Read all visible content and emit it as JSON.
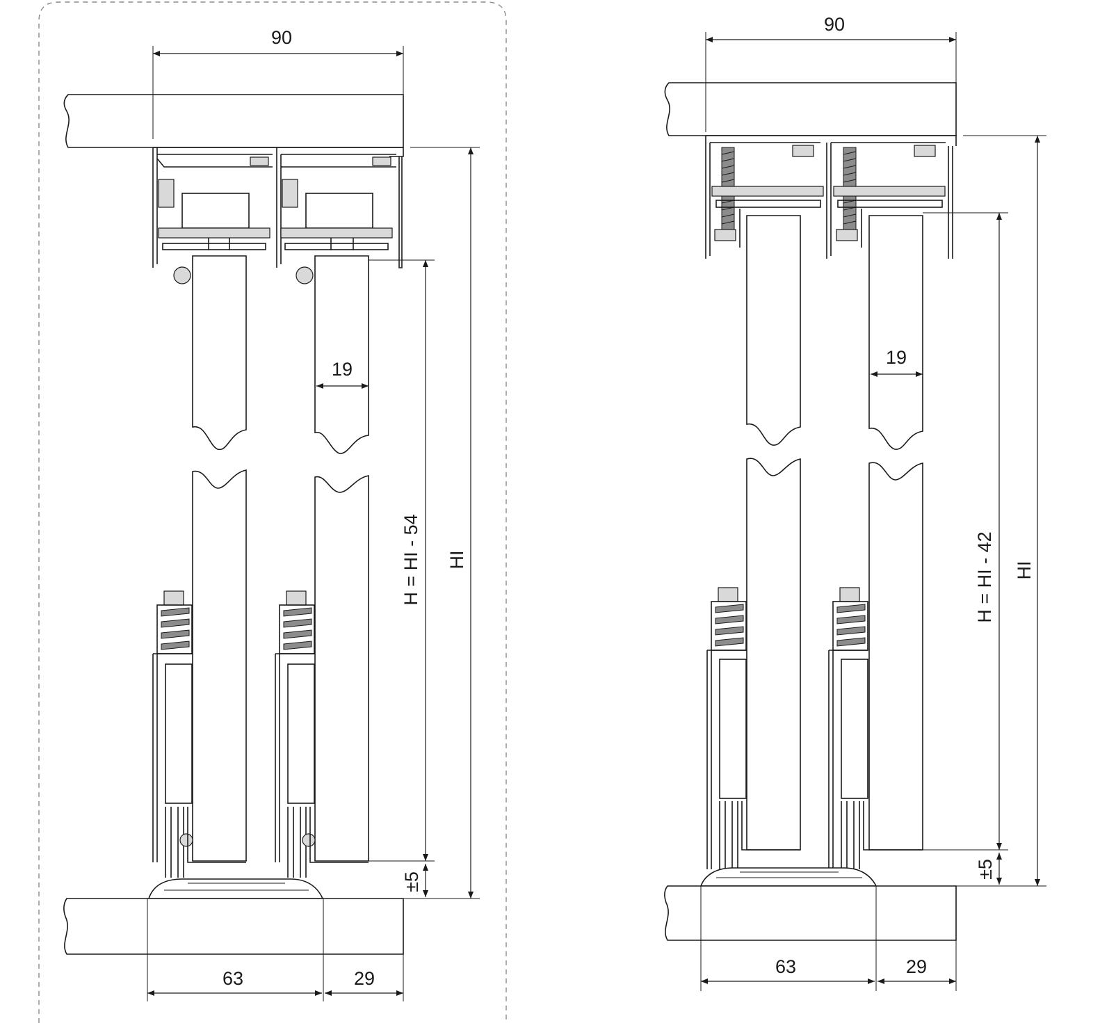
{
  "left_view": {
    "dim_top_width": "90",
    "dim_panel_thickness": "19",
    "dim_panel_height": "H = HI - 54",
    "dim_overall_height": "HI",
    "dim_adjust": "±5",
    "dim_bottom_left": "63",
    "dim_bottom_right": "29"
  },
  "right_view": {
    "dim_top_width": "90",
    "dim_panel_thickness": "19",
    "dim_panel_height": "H = HI - 42",
    "dim_overall_height": "HI",
    "dim_adjust": "±5",
    "dim_bottom_left": "63",
    "dim_bottom_right": "29"
  }
}
